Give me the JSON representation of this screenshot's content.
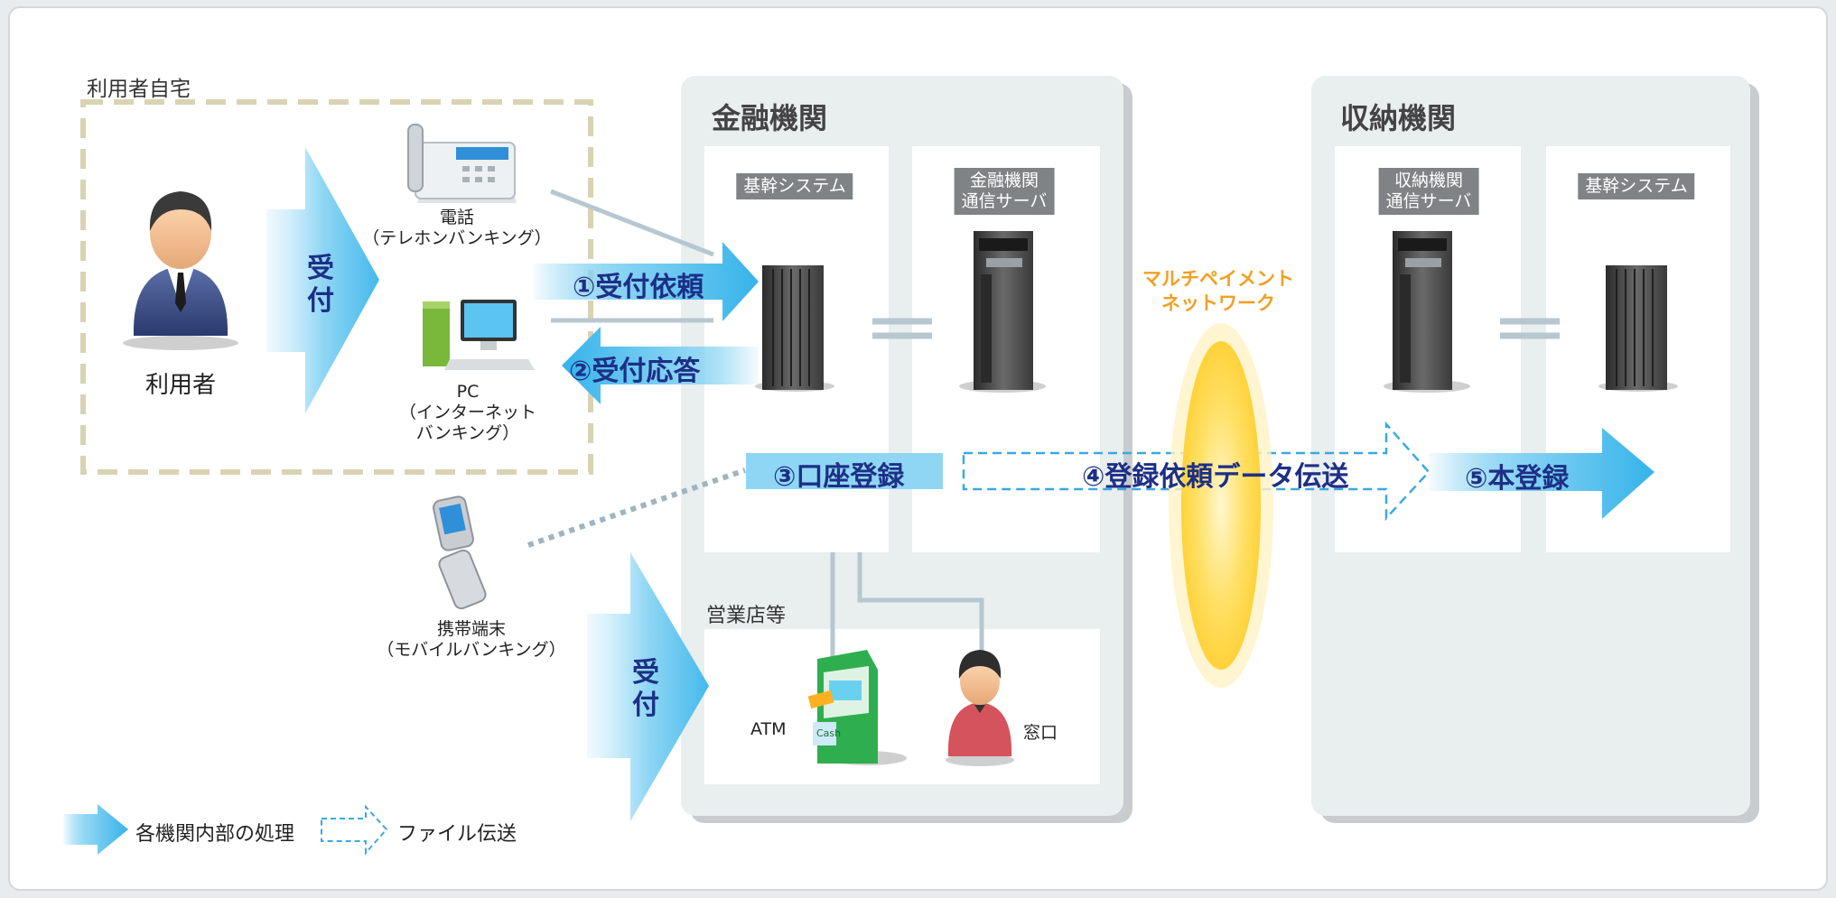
{
  "home": {
    "label": "利用者自宅",
    "user_label": "利用者",
    "receive_label": "受付"
  },
  "devices": {
    "phone": [
      "電話",
      "（テレホンバンキング）"
    ],
    "pc": [
      "PC",
      "（インターネット",
      "バンキング）"
    ],
    "mobile": [
      "携帯端末",
      "（モバイルバンキング）"
    ]
  },
  "financial": {
    "title": "金融機関",
    "core_system": "基幹システム",
    "comm_server": [
      "金融機関",
      "通信サーバ"
    ],
    "branch": {
      "title": "営業店等",
      "atm": "ATM",
      "atm_cash": "Cash",
      "window": "窓口"
    },
    "branch_receive": "受付"
  },
  "network": {
    "label": [
      "マルチペイメント",
      "ネットワーク"
    ]
  },
  "collection": {
    "title": "収納機関",
    "comm_server": [
      "収納機関",
      "通信サーバ"
    ],
    "core_system": "基幹システム"
  },
  "steps": {
    "s1": "①受付依頼",
    "s2": "②受付応答",
    "s3": "③口座登録",
    "s4": "④登録依頼データ伝送",
    "s5": "⑤本登録"
  },
  "legend": {
    "internal": "各機関内部の処理",
    "file": "ファイル伝送"
  },
  "colors": {
    "arrow": "#5fc4ee",
    "arrow_light": "#cdeffc",
    "step_text": "#1d2f86",
    "network": "#ffd84a",
    "network_text": "#f0a020",
    "frame": "#d9d3b4"
  }
}
